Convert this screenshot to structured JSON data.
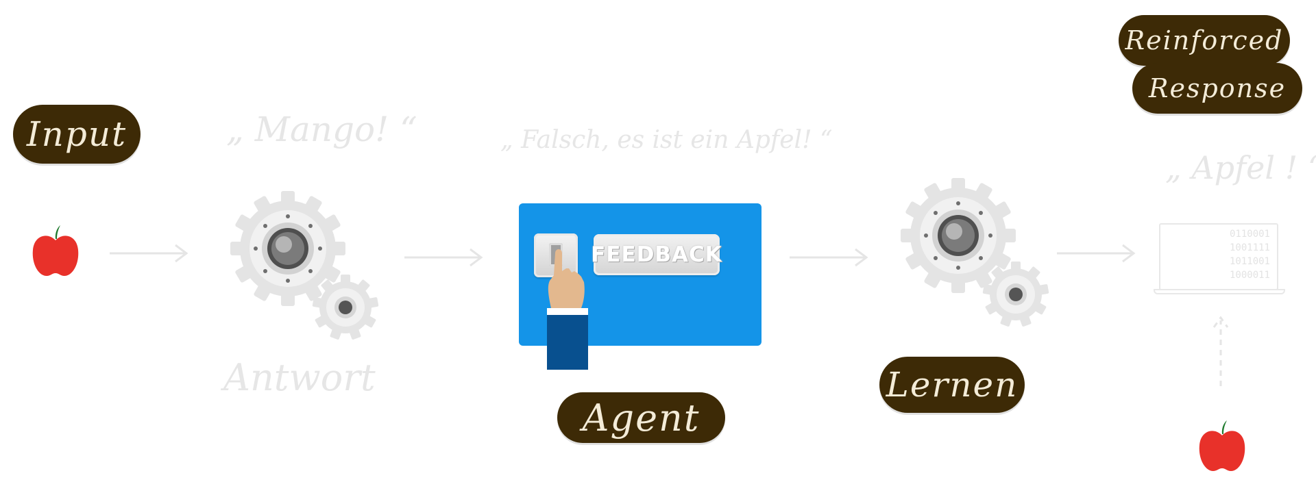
{
  "labels": {
    "input": "Input",
    "agent": "Agent",
    "learn": "Lernen",
    "reinforced_line1": "Reinforced",
    "reinforced_line2": "Response"
  },
  "faint_text": {
    "mango": "„ Mango! “",
    "antwort": "Antwort",
    "falsch": "„ Falsch, es ist ein Apfel! “",
    "apfel": "„ Apfel ! “"
  },
  "feedback_panel": {
    "button_label": "FEEDBACK"
  },
  "laptop_screen": {
    "binary_lines": [
      "0110001",
      "1001111",
      "1011001",
      "1000011"
    ]
  },
  "colors": {
    "pill_bg": "#3d2a06",
    "panel_blue": "#1494e8",
    "apple_red": "#e8312a",
    "leaf_green": "#1f7a2e",
    "sleeve": "#08508f",
    "hand": "#e3b88e"
  }
}
